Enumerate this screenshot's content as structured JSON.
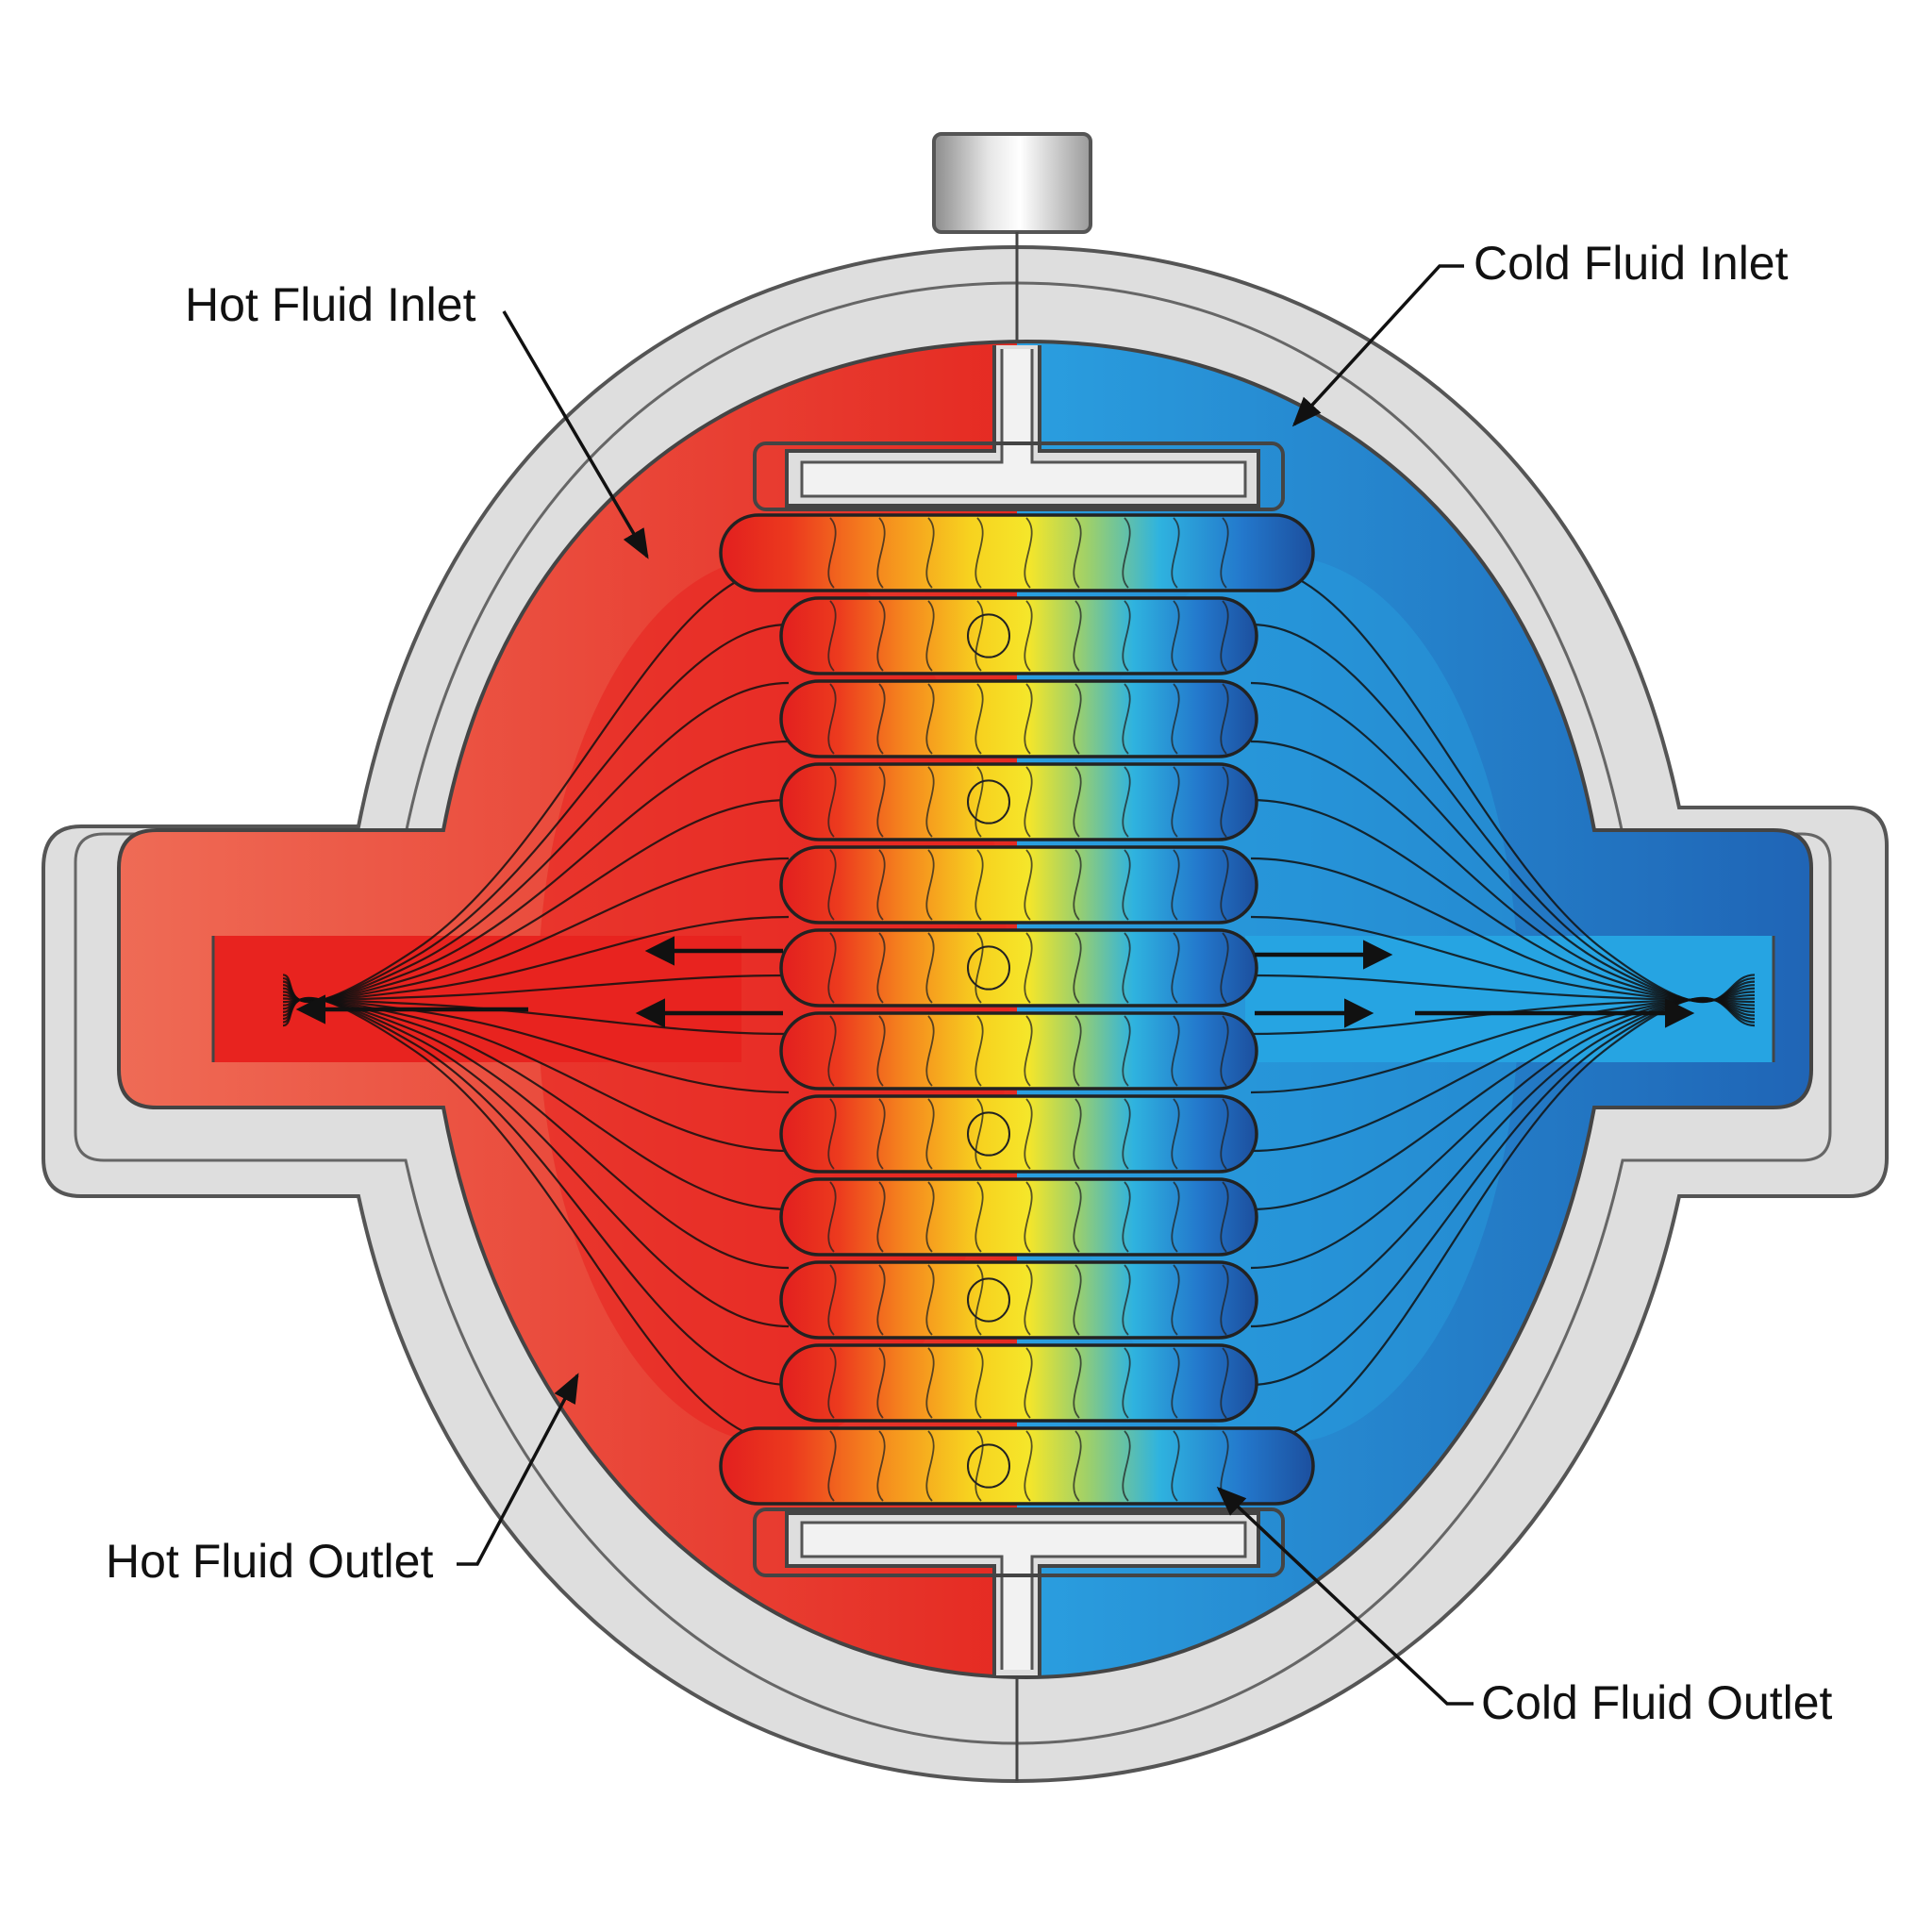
{
  "labels": {
    "hot_inlet": "Hot Fluid Inlet",
    "cold_inlet": "Cold Fluid Inlet",
    "hot_outlet": "Hot Fluid Outlet",
    "cold_outlet": "Cold Fluid Outlet"
  },
  "colors": {
    "hot": "#e8231f",
    "hot_light": "#f07a62",
    "orange": "#f5861e",
    "yellow": "#f7e320",
    "green": "#9ed06a",
    "cyan": "#23a9e1",
    "cold": "#1f6fc0",
    "cold_dark": "#1c4f9e",
    "casing": "#dcdcdc",
    "outline": "#444444"
  },
  "plate_count": 12
}
